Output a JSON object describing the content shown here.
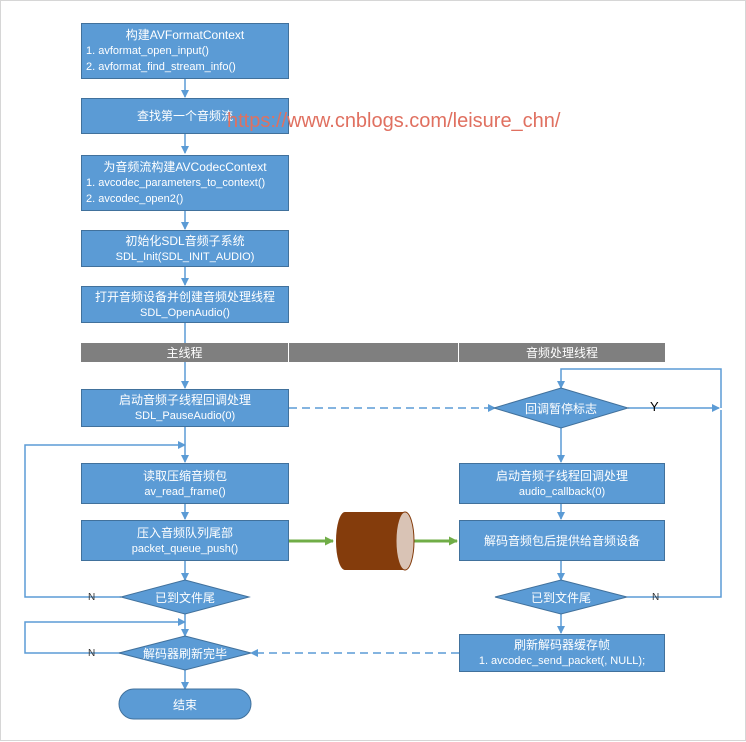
{
  "steps": {
    "avformat": {
      "title": "构建AVFormatContext",
      "line1": "1. avformat_open_input()",
      "line2": "2. avformat_find_stream_info()"
    },
    "find_stream": {
      "title": "查找第一个音频流"
    },
    "codec": {
      "title": "为音频流构建AVCodecContext",
      "line1": "1. avcodec_parameters_to_context()",
      "line2": "2. avcodec_open2()"
    },
    "sdl_init": {
      "title": "初始化SDL音频子系统",
      "call": "SDL_Init(SDL_INIT_AUDIO)"
    },
    "open_audio": {
      "title": "打开音频设备并创建音频处理线程",
      "call": "SDL_OpenAudio()"
    },
    "pause_audio": {
      "title": "启动音频子线程回调处理",
      "call": "SDL_PauseAudio(0)"
    },
    "read_frame": {
      "title": "读取压缩音频包",
      "call": "av_read_frame()"
    },
    "queue_push": {
      "title": "压入音频队列尾部",
      "call": "packet_queue_push()"
    },
    "eof_main": {
      "title": "已到文件尾"
    },
    "flush_done": {
      "title": "解码器刷新完毕"
    },
    "end": {
      "title": "结束"
    },
    "callback_paused": {
      "title": "回调暂停标志"
    },
    "audio_callback": {
      "title": "启动音频子线程回调处理",
      "call": "audio_callback(0)"
    },
    "decode": {
      "title": "解码音频包后提供给音频设备"
    },
    "eof_audio": {
      "title": "已到文件尾"
    },
    "flush": {
      "title": "刷新解码器缓存帧",
      "call": "1. avcodec_send_packet(, NULL);"
    }
  },
  "lanes": {
    "main": "主线程",
    "middle": "",
    "audio": "音频处理线程"
  },
  "labels": {
    "yes": "Y",
    "no": "N"
  },
  "watermark": "https://www.cnblogs.com/leisure_chn/",
  "colors": {
    "box_fill": "#5b9bd5",
    "box_border": "#41719c",
    "lane": "#7f7f7f",
    "arrow": "#5b9bd5",
    "queue_arrow": "#70ad47",
    "queue_body": "#843c0c",
    "watermark": "#e07060"
  }
}
